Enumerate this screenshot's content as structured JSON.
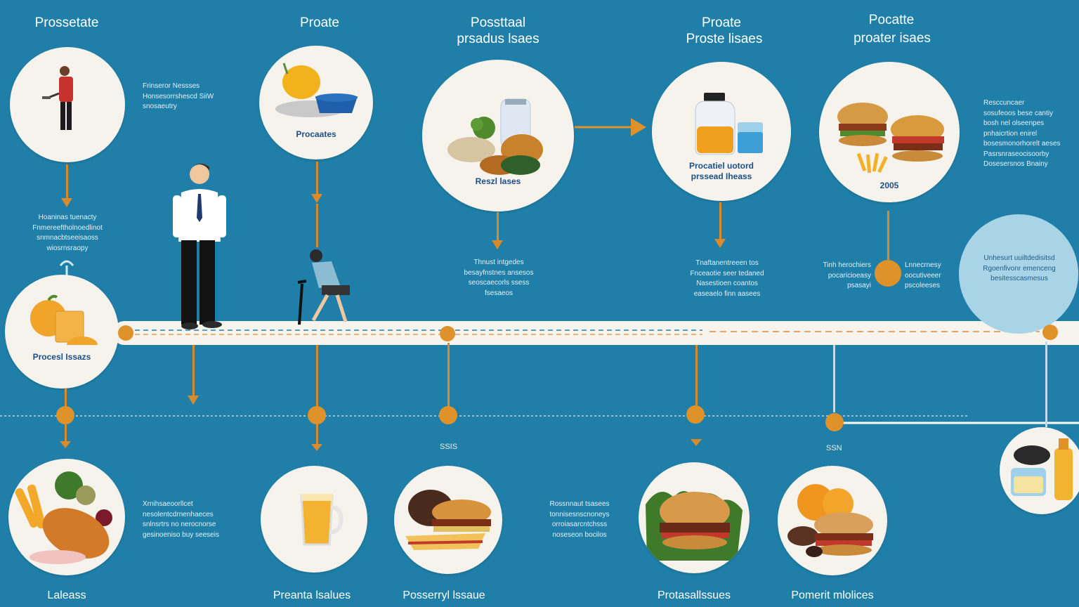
{
  "headings": {
    "h1": "Prossetate",
    "h2": "Proate",
    "h3_line1": "Possttaal",
    "h3_line2": "prsadus lsaes",
    "h4_line1": "Proate",
    "h4_line2": "Proste lisaes",
    "h5_line1": "Pocatte",
    "h5_line2": "proater isaes"
  },
  "circle_labels": {
    "bowl": "Procaates",
    "veg": "Reszl lases",
    "juice_line1": "Procatiel uotord",
    "juice_line2": "prssead Iheass",
    "burger_year": "2005",
    "orange": "Procesl Issazs"
  },
  "notes": {
    "n1": [
      "Frinseror Nessses",
      "Honsesorrshescd SiiW",
      "snosaeutry"
    ],
    "n2": [
      "Hoaninas tuenacty",
      "Fnmereeftholnoedlinot",
      "snmnacbtseeisaoss",
      "wiosrnsraopy"
    ],
    "n3": [
      "Thnust intgedes",
      "besayfnstnes ansesos",
      "seoscaecorls ssess",
      "fsesaeos"
    ],
    "n4": [
      "Tnaftanentreeen tos",
      "Fnceaotie seer tedaned",
      "Nasestioen coantos",
      "easeaelo finn aasees"
    ],
    "n5_left": [
      "Tinh herochiers",
      "pocaricioeasy",
      "psasayi"
    ],
    "n5_right": [
      "Lnnecrnesy",
      "oocutiveeer",
      "pscoleeses"
    ],
    "n6": [
      "Resccuncaer",
      "sosufeoos bese cantiy",
      "bosh nel olseenpes",
      "pnhaicrtion enirel",
      "bosesmonorhorelt aeses",
      "Pasrsnraseocisoorby",
      "Dosesersnos Bnainy"
    ],
    "n7": [
      "Unhesurt uuiltdedisitsd",
      "Rgoenfivonr emenceng",
      "besitesscasmesus"
    ],
    "n8": [
      "Xrnihsaeoorllcet",
      "nesolentcdrnenhaeces",
      "snlnsrtrs no nerocnorse",
      "gesinoeniso buy seeseis"
    ],
    "n9": [
      "Rossnnaut tsasees",
      "tonnisesnscnoneys",
      "orroiasarcntchsss",
      "noseseon bocilos"
    ]
  },
  "small_labels": {
    "s1": "SSIS",
    "s2": "SSN"
  },
  "bottom_labels": {
    "b1": "Laleass",
    "b2": "Preanta lsalues",
    "b3": "Posserryl lssaue",
    "b4": "Protasallssues",
    "b5": "Pomerit mlolices"
  },
  "colors": {
    "background": "#1f7fa8",
    "accent_orange": "#e0922a",
    "circle_fill": "#f6f3ec",
    "label_blue": "#1d4f86"
  }
}
